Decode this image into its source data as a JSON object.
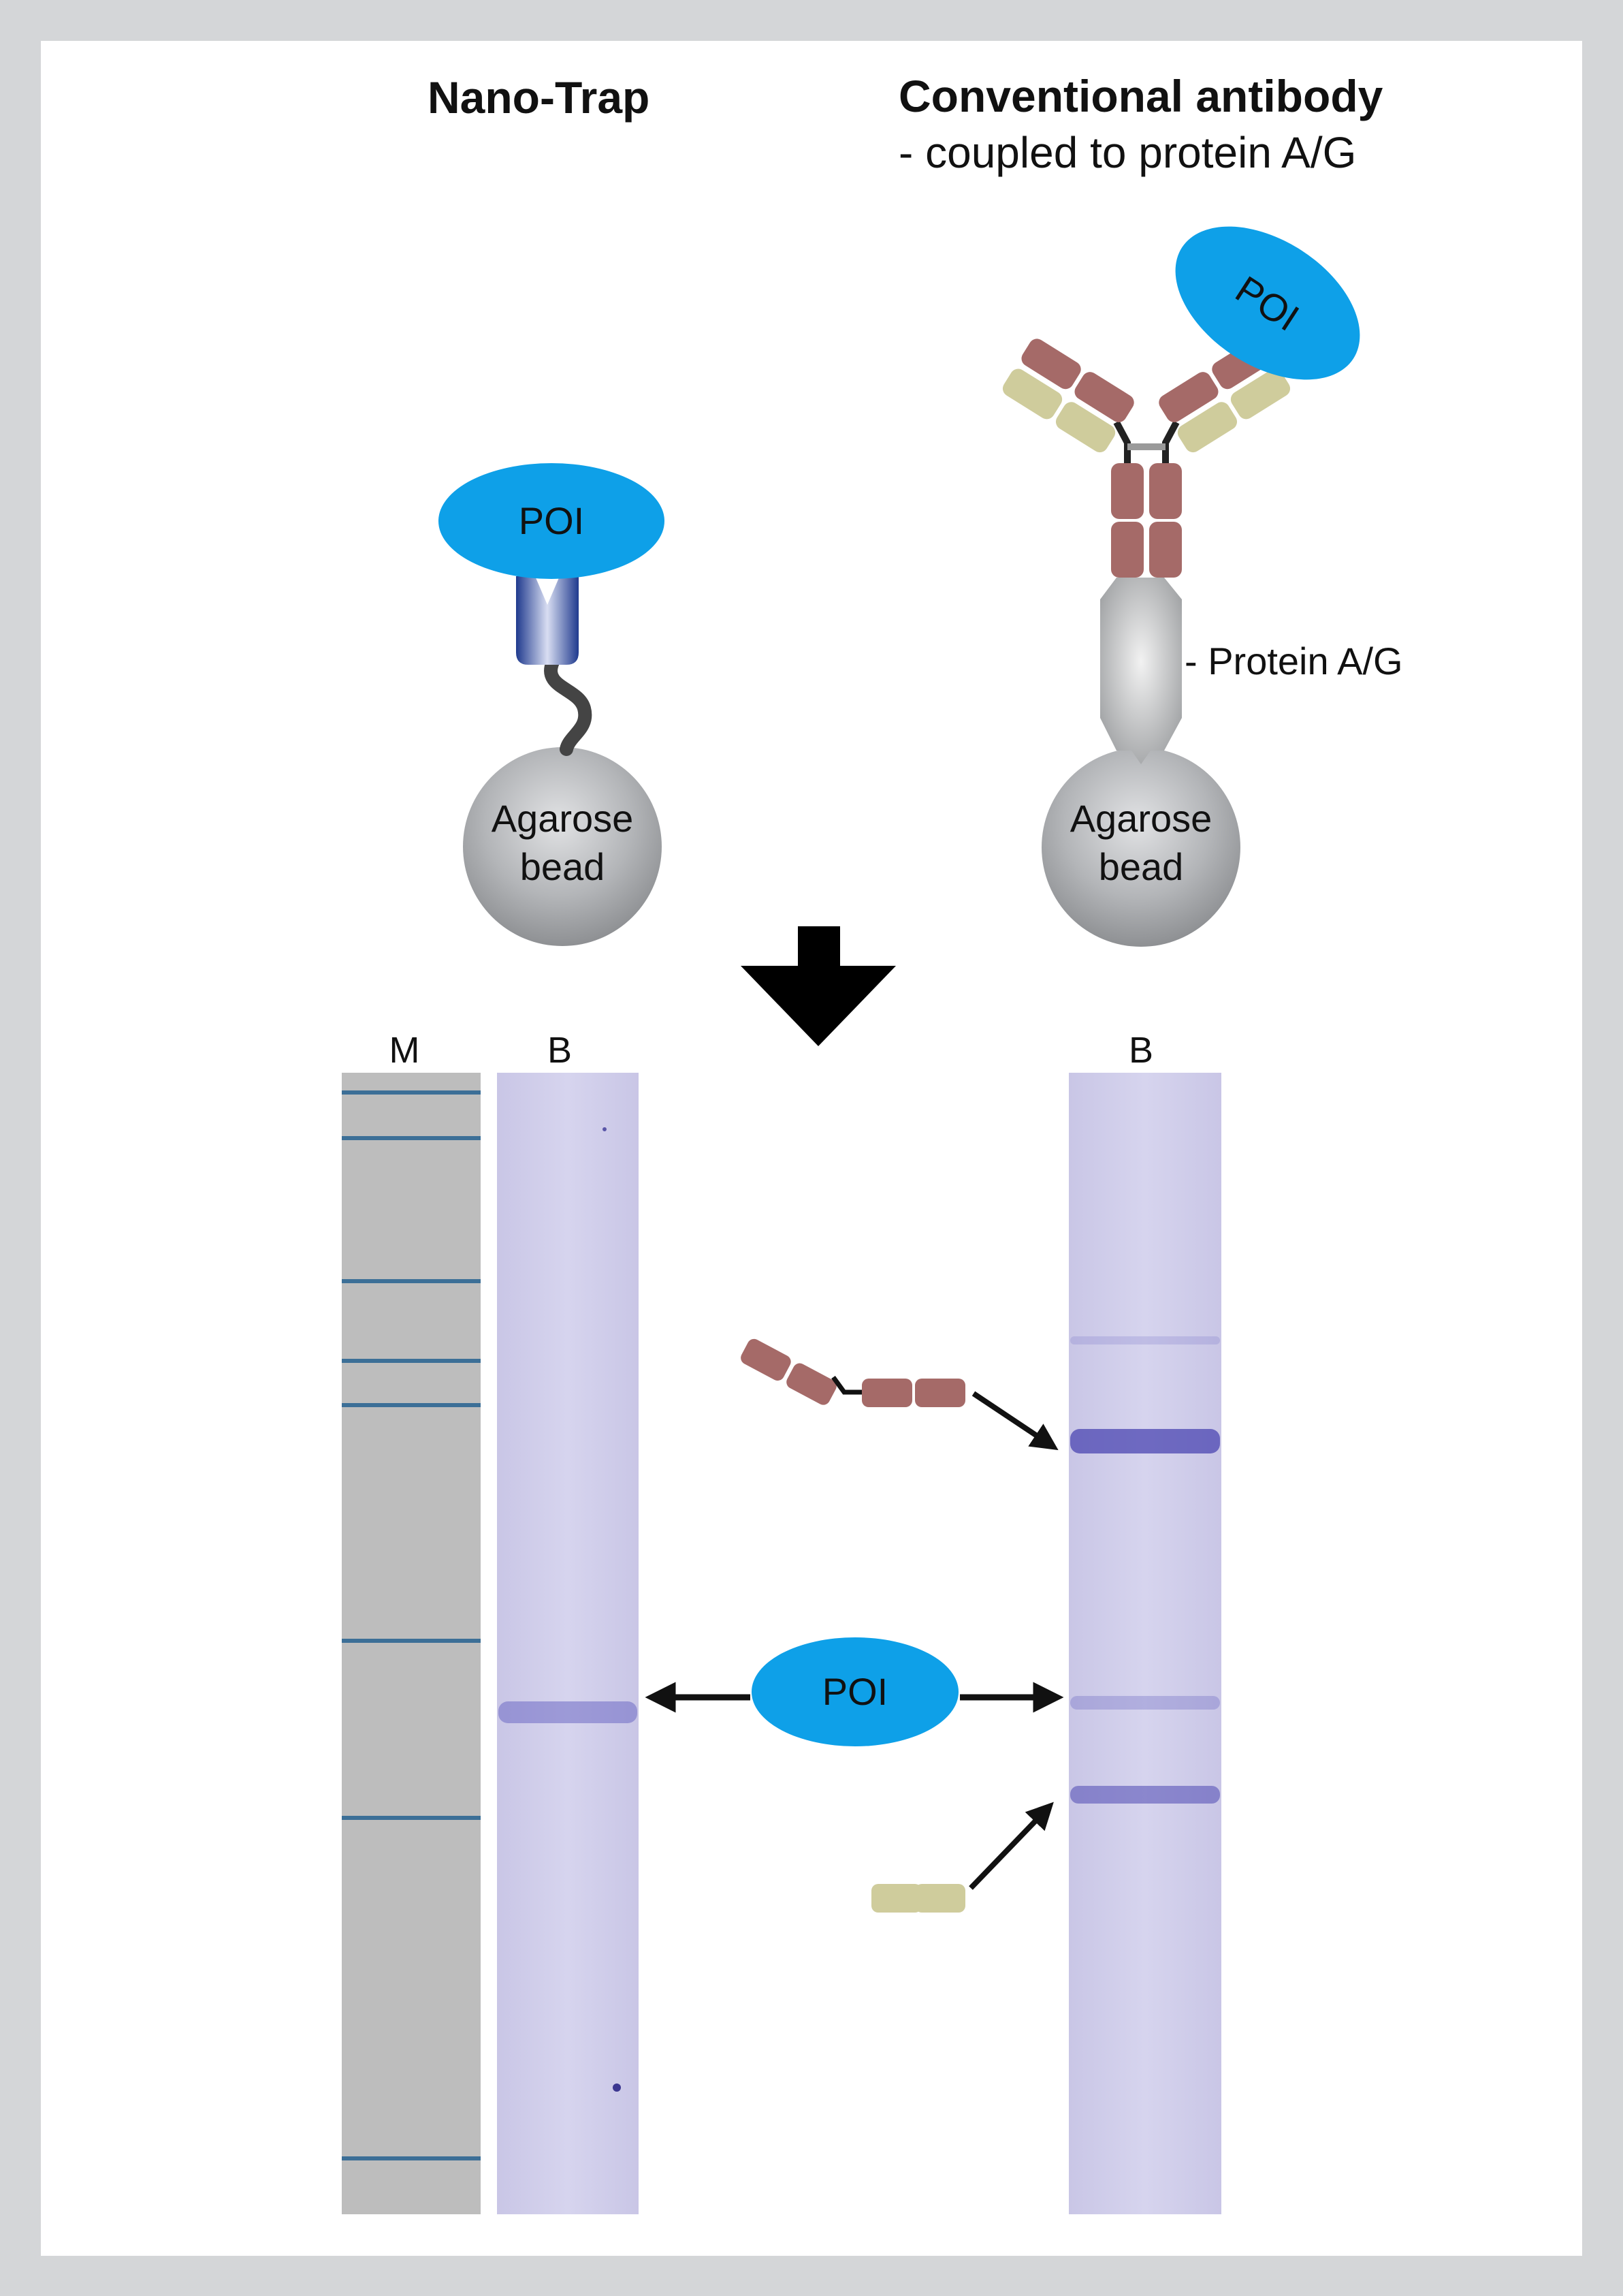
{
  "titles": {
    "nano_trap": "Nano-Trap",
    "conventional": "Conventional antibody",
    "conventional_sub": "- coupled to protein A/G"
  },
  "labels": {
    "poi": "POI",
    "protein_ag": "- Protein A/G",
    "agarose_line1": "Agarose",
    "agarose_line2": "bead"
  },
  "gel": {
    "lane_marker": "M",
    "lane_bead_left": "B",
    "lane_bead_right": "B"
  },
  "colors": {
    "poi_blue": "#0ea0e8",
    "heavy_chain": "#a56a68",
    "light_chain": "#cfcc9c",
    "gel_lane": "#d1cfea",
    "gel_band": "#6e6ac4",
    "marker_band": "#3c6f97",
    "marker_lane": "#bdbdbd",
    "bead_grey": "#a8aaad"
  },
  "icons": {
    "down_arrow": "arrow-down-icon"
  }
}
